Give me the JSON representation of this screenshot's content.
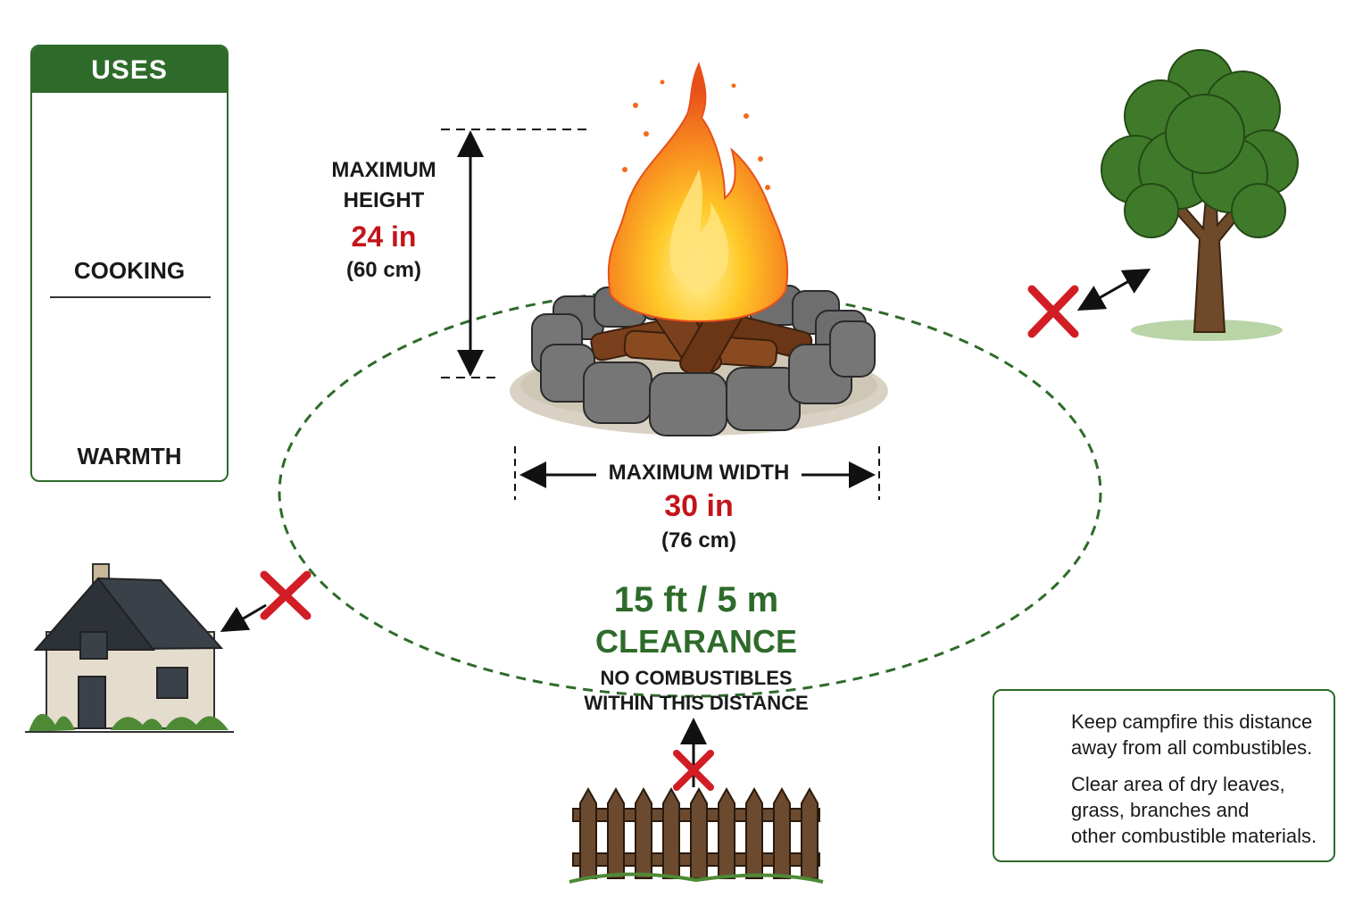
{
  "uses": {
    "title": "USES",
    "items": [
      {
        "label": "COOKING",
        "icon": "grill-icon"
      },
      {
        "label": "WARMTH",
        "icon": "warming-hands-icon"
      }
    ]
  },
  "height": {
    "label_line1": "MAXIMUM",
    "label_line2": "HEIGHT",
    "value": "24 in",
    "metric": "(60 cm)"
  },
  "width": {
    "label": "MAXIMUM WIDTH",
    "value": "30 in",
    "metric": "(76 cm)"
  },
  "clearance": {
    "distance": "15 ft / 5 m",
    "label": "CLEARANCE",
    "note_line1": "NO COMBUSTIBLES",
    "note_line2": "WITHIN THIS DISTANCE"
  },
  "legend": {
    "item1_line1": "Keep campfire this distance",
    "item1_line2": "away from all combustibles.",
    "item2_line1": "Clear area of dry leaves,",
    "item2_line2": "grass, branches and",
    "item2_line3": "other combustible materials."
  },
  "colors": {
    "green": "#2e6b2a",
    "red": "#c4141b",
    "flame_orange": "#f26a1b",
    "flame_yellow": "#ffc928"
  }
}
